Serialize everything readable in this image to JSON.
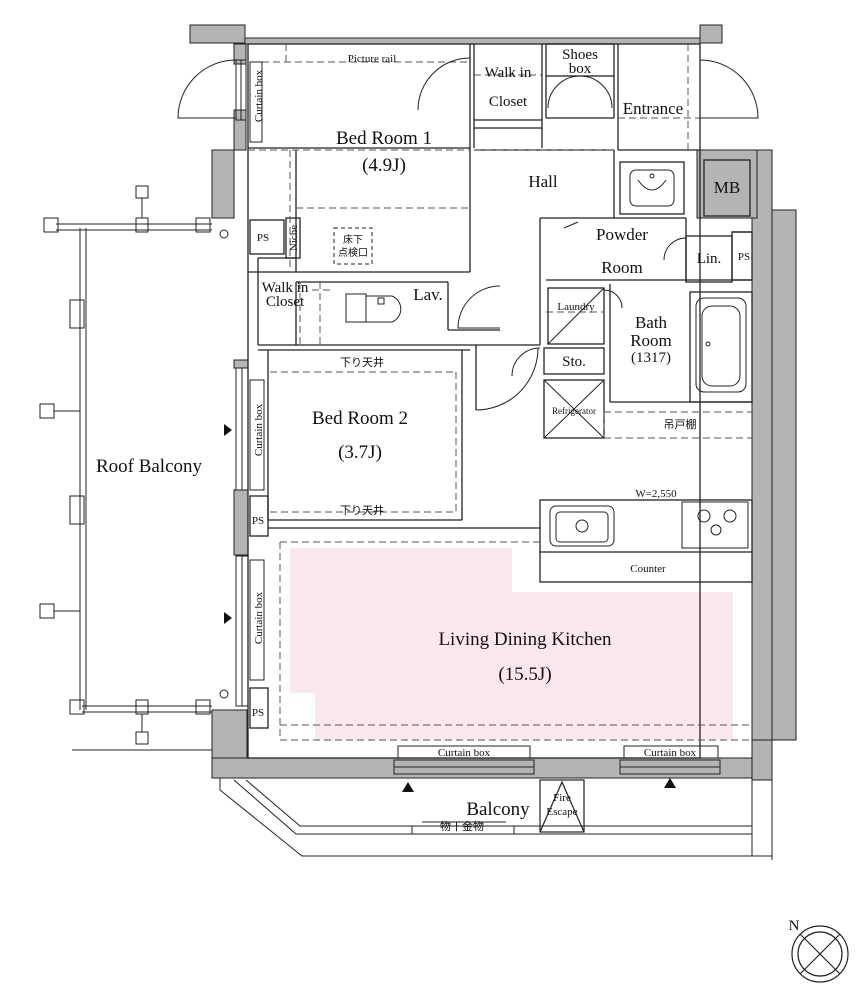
{
  "rooms": {
    "bedroom1": {
      "name": "Bed Room 1",
      "size": "(4.9J)"
    },
    "bedroom2": {
      "name": "Bed Room 2",
      "size": "(3.7J)"
    },
    "ldk": {
      "name": "Living Dining Kitchen",
      "size": "(15.5J)"
    },
    "walkin1": {
      "line1": "Walk in",
      "line2": "Closet"
    },
    "walkin2": {
      "line1": "Walk in",
      "line2": "Closet"
    },
    "shoes_box": {
      "line1": "Shoes",
      "line2": "box"
    },
    "entrance": "Entrance",
    "hall": "Hall",
    "mb": "MB",
    "powder_room": {
      "line1": "Powder",
      "line2": "Room"
    },
    "lin": "Lin.",
    "lav": "Lav.",
    "laundry": "Laundry",
    "bath_room": {
      "line1": "Bath",
      "line2": "Room",
      "size": "(1317)"
    },
    "sto": "Sto.",
    "refrigerator": "Refrigerator",
    "roof_balcony": "Roof Balcony",
    "balcony": "Balcony",
    "fire_escape": {
      "line1": "Fire",
      "line2": "Escape"
    }
  },
  "annotations": {
    "picture_rail": "Picture rail",
    "niche": "Niche",
    "ps": "PS",
    "curtain_box": "Curtain box",
    "lowered_ceiling": "下り天井",
    "floor_hatch_line1": "床下",
    "floor_hatch_line2": "点検口",
    "hanging_cabinet": "吊戸棚",
    "counter": "Counter",
    "counter_width": "W=2,550",
    "drying_hardware": "物干金物"
  },
  "compass": {
    "label": "N"
  },
  "colors": {
    "wall": "#b4b4b4",
    "line": "#222222",
    "ldk_fill": "#fbe8ee",
    "background": "#ffffff"
  }
}
